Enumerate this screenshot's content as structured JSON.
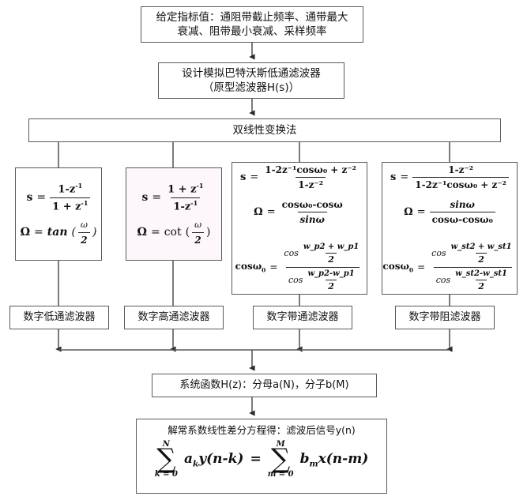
{
  "diagram": {
    "title_implicit": "IIR 数字滤波器双线性变换法设计流程图",
    "stroke_color": "#5a5a5a",
    "arrow_color": "#333333",
    "highlight_box_bg": "#fdf7fb"
  },
  "nodes": {
    "spec": {
      "name": "given-specifications",
      "line1": "给定指标值：通阻带截止频率、通带最大",
      "line2": "衰减、阻带最小衰减、采样频率"
    },
    "prototype": {
      "name": "analog-butterworth-lowpass",
      "line1": "设计模拟巴特沃斯低通滤波器",
      "line2": "（原型滤波器H(s)）"
    },
    "bilinear": {
      "name": "bilinear-transform",
      "label": "双线性变换法"
    },
    "transform_lp": {
      "name": "lowpass-transform",
      "s_num": "1-z",
      "s_num_exp": "-1",
      "s_den_a": "1 + z",
      "s_den_exp": "-1",
      "omega_fn": "tan",
      "omega_num": "ω",
      "omega_den": "2"
    },
    "transform_hp": {
      "name": "highpass-transform",
      "s_num_a": "1 + z",
      "s_num_exp": "-1",
      "s_den": "1-z",
      "s_den_exp": "-1",
      "omega_fn": "cot",
      "omega_num": "ω",
      "omega_den": "2"
    },
    "transform_bp": {
      "name": "bandpass-transform",
      "s_num": "1-2z⁻¹cosω₀ + z⁻²",
      "s_den": "1-z⁻²",
      "omega_num": "cosω₀-cosω",
      "omega_den": "sinω",
      "cos_num_top": "w_p2 + w_p1",
      "cos_num_bot": "2",
      "cos_den_top": "w_p2-w_p1",
      "cos_den_bot": "2"
    },
    "transform_bs": {
      "name": "bandstop-transform",
      "s_num": "1-z⁻²",
      "s_den": "1-2z⁻¹cosω₀ + z⁻²",
      "omega_num": "sinω",
      "omega_den": "cosω-cosω₀",
      "cos_num_top": "w_st2 + w_st1",
      "cos_num_bot": "2",
      "cos_den_top": "w_st2-w_st1",
      "cos_den_bot": "2"
    },
    "digital_lowpass": {
      "name": "digital-lowpass-filter",
      "label": "数字低通滤波器"
    },
    "digital_highpass": {
      "name": "digital-highpass-filter",
      "label": "数字高通滤波器"
    },
    "digital_bandpass": {
      "name": "digital-bandpass-filter",
      "label": "数字带通滤波器"
    },
    "digital_bandstop": {
      "name": "digital-bandstop-filter",
      "label": "数字带阻滤波器"
    },
    "system_function": {
      "name": "system-function",
      "label": "系统函数H(z)：分母a(N)，分子b(M)"
    },
    "difference_equation": {
      "name": "difference-equation",
      "caption": "解常系数线性差分方程得：滤波后信号y(n)",
      "lhs_upper": "N",
      "lhs_lower": "k = 0",
      "lhs_term": "a",
      "lhs_term_sub": "k",
      "lhs_expr": "y(n-k)",
      "equals": "=",
      "rhs_upper": "M",
      "rhs_lower": "m = 0",
      "rhs_term": "b",
      "rhs_term_sub": "m",
      "rhs_expr": "x(n-m)",
      "sigma_glyph": "∑"
    }
  },
  "symbols": {
    "s": "s",
    "omega_cap": "Ω",
    "equals": "=",
    "cos": "cos",
    "cos_omega0": "cosω",
    "sub_zero": "0"
  }
}
